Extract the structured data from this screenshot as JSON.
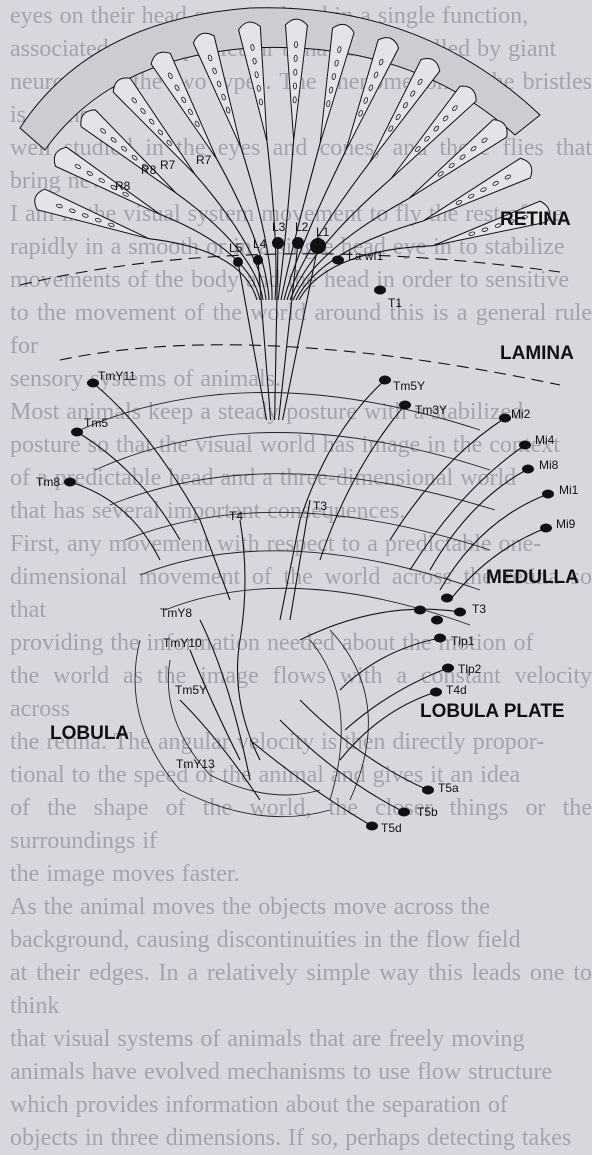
{
  "background_text": [
    "eyes on their head or specialized in a single function,",
    "associated with a particular behavior controlled by giant",
    "neurones of the two types. The phenomenon of the bristles is further",
    "well studied in the eyes and cones, and those flies that bring new",
    "I am in the visual system movement to fly the rest of the",
    "rapidly in a smooth or in a single head eye in to stabilize",
    "movements of the body and the head in order to sensitive",
    "to the movement of the world around this is a general rule for",
    "sensory systems of animals.",
    "Most animals keep a steady posture with a stabilized",
    "posture so that the visual world has image in the context",
    "of a predictable head and a three-dimensional world",
    "that has several important consequences.",
    "First, any movement with respect to a predictable one-",
    "dimensional movement of the world across the retina so that",
    "providing the information needed about the motion of",
    "the world as the image flows with a constant velocity across",
    "the retina. The angular velocity is then directly propor-",
    "tional to the speed of the animal and gives it an idea",
    "of the shape of the world, the closer things or the surroundings if",
    "the image moves faster.",
    "As the animal moves the objects move across the",
    "background, causing discontinuities in the flow field",
    "at their edges. In a relatively simple way this leads one to think",
    "that visual systems of animals that are freely moving",
    "animals have evolved mechanisms to use flow structure",
    "which provides information about the separation of",
    "objects in three dimensions. If so, perhaps detecting takes"
  ],
  "regions": {
    "retina": "RETINA",
    "lamina": "LAMINA",
    "medulla": "MEDULLA",
    "lobula_plate": "LOBULA PLATE",
    "lobula": "LOBULA"
  },
  "neuron_labels": {
    "r8_left": "R8",
    "r8_mid": "R8",
    "r7_a": "R7",
    "r7_b": "R7",
    "l5": "L5",
    "l4": "L4",
    "l3": "L3",
    "l2": "L2",
    "l1": "L1",
    "la_wf1": "La wf1",
    "t1": "T1",
    "tmy11": "TmY11",
    "tm5": "Tm5",
    "tm8": "Tm8",
    "tm5y": "Tm5Y",
    "tm3y": "Tm3Y",
    "mi2": "Mi2",
    "mi4": "Mi4",
    "mi8": "Mi8",
    "mi1": "Mi1",
    "mi9": "Mi9",
    "t4": "T4",
    "t3_center": "T3",
    "t3_right": "T3",
    "tmy8": "TmY8",
    "tmy10": "TmY10",
    "tm5y_lower": "Tm5Y",
    "tmy13": "TmY13",
    "tlp1": "Tlp1",
    "tlp2": "Tlp2",
    "t4d": "T4d",
    "t5a": "T5a",
    "t5b": "T5b",
    "t5d": "T5d"
  },
  "colors": {
    "background": "#d9d6de",
    "ink": "#111111",
    "faded_text": "#a5a2ad"
  }
}
